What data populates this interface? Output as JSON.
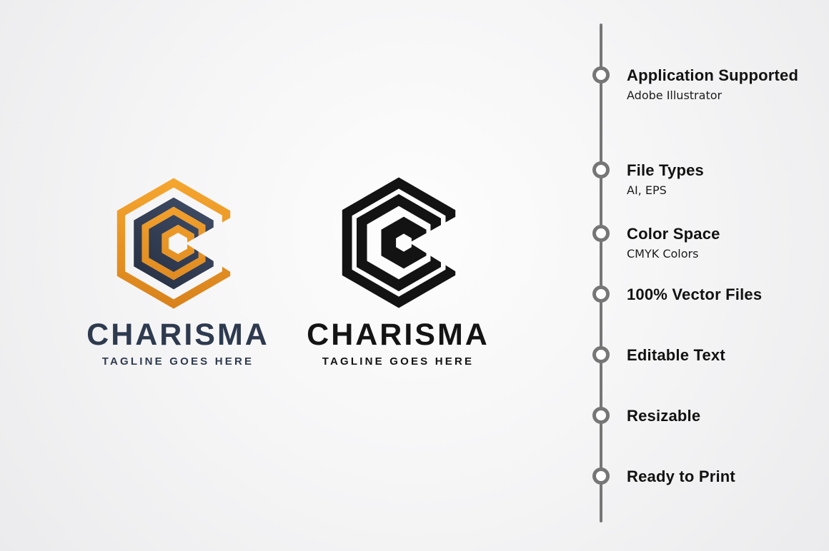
{
  "brand": {
    "wordmark": "CHARISMA",
    "tagline": "TAGLINE GOES HERE"
  },
  "logo_variants": [
    {
      "name": "color",
      "colors": {
        "orange_light": "#F6A72F",
        "orange_dark": "#D8811B",
        "navy_light": "#45526D",
        "navy_dark": "#222A3B",
        "wordmark_text": "#2E3A4E"
      }
    },
    {
      "name": "black",
      "colors": {
        "mark": "#131313",
        "wordmark_text": "#141414"
      }
    }
  ],
  "features": [
    {
      "title": "Application Supported",
      "subtitle": "Adobe Illustrator"
    },
    {
      "title": "File Types",
      "subtitle": "AI, EPS"
    },
    {
      "title": "Color Space",
      "subtitle": "CMYK Colors"
    },
    {
      "title": "100% Vector Files",
      "subtitle": ""
    },
    {
      "title": "Editable Text",
      "subtitle": ""
    },
    {
      "title": "Resizable",
      "subtitle": ""
    },
    {
      "title": "Ready to Print",
      "subtitle": ""
    }
  ],
  "timeline": {
    "line_color": "#767676",
    "dot_ring_color": "#767676",
    "dot_fill_color": "#FFFFFF",
    "title_color": "#121212",
    "subtitle_color": "#1C1C1C"
  },
  "background": {
    "center": "#FDFDFD",
    "edge": "#EBEBED"
  }
}
